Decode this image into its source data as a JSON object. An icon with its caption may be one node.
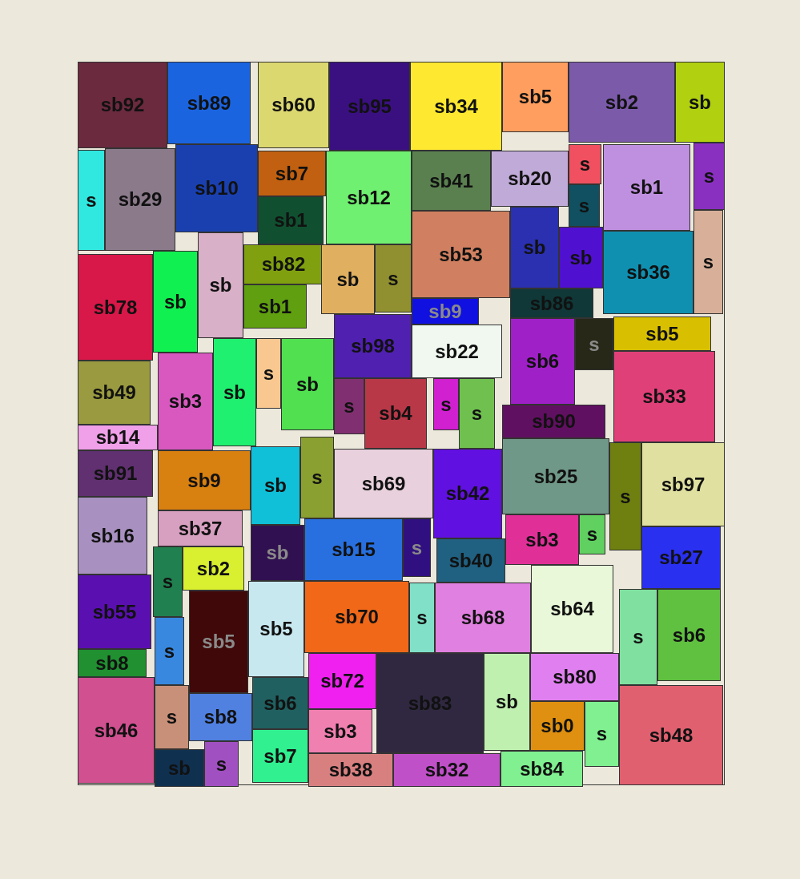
{
  "diagram": {
    "nodes": [
      {
        "text": [
          "sb92"
        ]
      },
      {
        "text": [
          "sb89"
        ]
      },
      {
        "text": [
          "sb60"
        ]
      },
      {
        "text": [
          "sb95"
        ]
      },
      {
        "text": [
          "sb34"
        ]
      },
      {
        "text": [
          "sb5"
        ]
      },
      {
        "text": [
          "sb2"
        ]
      },
      {
        "text": [
          "sb"
        ]
      },
      {
        "text": [
          "s"
        ]
      },
      {
        "text": [
          "sb29"
        ]
      },
      {
        "text": [
          "sb10"
        ]
      },
      {
        "text": [
          "sb7"
        ]
      },
      {
        "text": [
          "sb1"
        ]
      },
      {
        "text": [
          "sb12"
        ]
      },
      {
        "text": [
          "sb41"
        ]
      },
      {
        "text": [
          "sb20"
        ]
      },
      {
        "text": [
          "s"
        ]
      },
      {
        "text": [
          "s"
        ]
      },
      {
        "text": [
          "sb1"
        ]
      },
      {
        "text": [
          "s"
        ]
      },
      {
        "text": [
          "sb53"
        ]
      },
      {
        "text": [
          "sb"
        ]
      },
      {
        "text": [
          "sb"
        ]
      },
      {
        "text": [
          "sb36"
        ]
      },
      {
        "text": [
          "s"
        ]
      },
      {
        "text": [
          "sb82"
        ]
      },
      {
        "text": [
          "sb1"
        ]
      },
      {
        "text": [
          "sb"
        ]
      },
      {
        "text": [
          "s"
        ]
      },
      {
        "text": [
          "sb78"
        ]
      },
      {
        "text": [
          "sb"
        ]
      },
      {
        "text": [
          "sb"
        ]
      },
      {
        "text": [
          "sb9"
        ]
      },
      {
        "text": [
          "sb86"
        ]
      },
      {
        "text": [
          "sb98"
        ]
      },
      {
        "text": [
          "sb22"
        ]
      },
      {
        "text": [
          "sb6"
        ]
      },
      {
        "text": [
          "s"
        ]
      },
      {
        "text": [
          "sb5"
        ]
      },
      {
        "text": [
          "sb33"
        ]
      },
      {
        "text": [
          "sb49"
        ]
      },
      {
        "text": [
          "sb3"
        ]
      },
      {
        "text": [
          "sb"
        ]
      },
      {
        "text": [
          "s"
        ]
      },
      {
        "text": [
          "sb"
        ]
      },
      {
        "text": [
          "s"
        ]
      },
      {
        "text": [
          "sb4"
        ]
      },
      {
        "text": [
          "s"
        ]
      },
      {
        "text": [
          "s"
        ]
      },
      {
        "text": [
          "sb90"
        ]
      },
      {
        "text": [
          "sb14"
        ]
      },
      {
        "text": [
          "sb91"
        ]
      },
      {
        "text": [
          "sb9"
        ]
      },
      {
        "text": [
          "sb"
        ]
      },
      {
        "text": [
          "s"
        ]
      },
      {
        "text": [
          "sb69"
        ]
      },
      {
        "text": [
          "sb42"
        ]
      },
      {
        "text": [
          "sb25"
        ]
      },
      {
        "text": [
          "s"
        ]
      },
      {
        "text": [
          "sb97"
        ]
      },
      {
        "text": [
          "sb16"
        ]
      },
      {
        "text": [
          "sb37"
        ]
      },
      {
        "text": [
          "sb"
        ]
      },
      {
        "text": [
          "sb15"
        ]
      },
      {
        "text": [
          "s"
        ]
      },
      {
        "text": [
          "sb3"
        ]
      },
      {
        "text": [
          "s"
        ]
      },
      {
        "text": [
          "sb40"
        ]
      },
      {
        "text": [
          "sb27"
        ]
      },
      {
        "text": [
          "s"
        ]
      },
      {
        "text": [
          "sb2"
        ]
      },
      {
        "text": [
          "sb55"
        ]
      },
      {
        "text": [
          "sb5"
        ]
      },
      {
        "text": [
          "sb5"
        ]
      },
      {
        "text": [
          "sb70"
        ]
      },
      {
        "text": [
          "s"
        ]
      },
      {
        "text": [
          "sb68"
        ]
      },
      {
        "text": [
          "sb64"
        ]
      },
      {
        "text": [
          "s"
        ]
      },
      {
        "text": [
          "sb6"
        ]
      },
      {
        "text": [
          "s"
        ]
      },
      {
        "text": [
          "sb8"
        ]
      },
      {
        "text": [
          "sb46"
        ]
      },
      {
        "text": [
          "s"
        ]
      },
      {
        "text": [
          "sb8"
        ]
      },
      {
        "text": [
          "sb6"
        ]
      },
      {
        "text": [
          "sb72"
        ]
      },
      {
        "text": [
          "sb83"
        ]
      },
      {
        "text": [
          "sb"
        ]
      },
      {
        "text": [
          "sb80"
        ]
      },
      {
        "text": [
          "sb0"
        ]
      },
      {
        "text": [
          "s"
        ]
      },
      {
        "text": [
          "sb48"
        ]
      },
      {
        "text": [
          "sb3"
        ]
      },
      {
        "text": [
          "sb7"
        ]
      },
      {
        "text": [
          "sb"
        ]
      },
      {
        "text": [
          "s"
        ]
      },
      {
        "text": [
          "sb38"
        ]
      },
      {
        "text": [
          "sb32"
        ]
      },
      {
        "text": [
          "sb84"
        ]
      }
    ]
  }
}
